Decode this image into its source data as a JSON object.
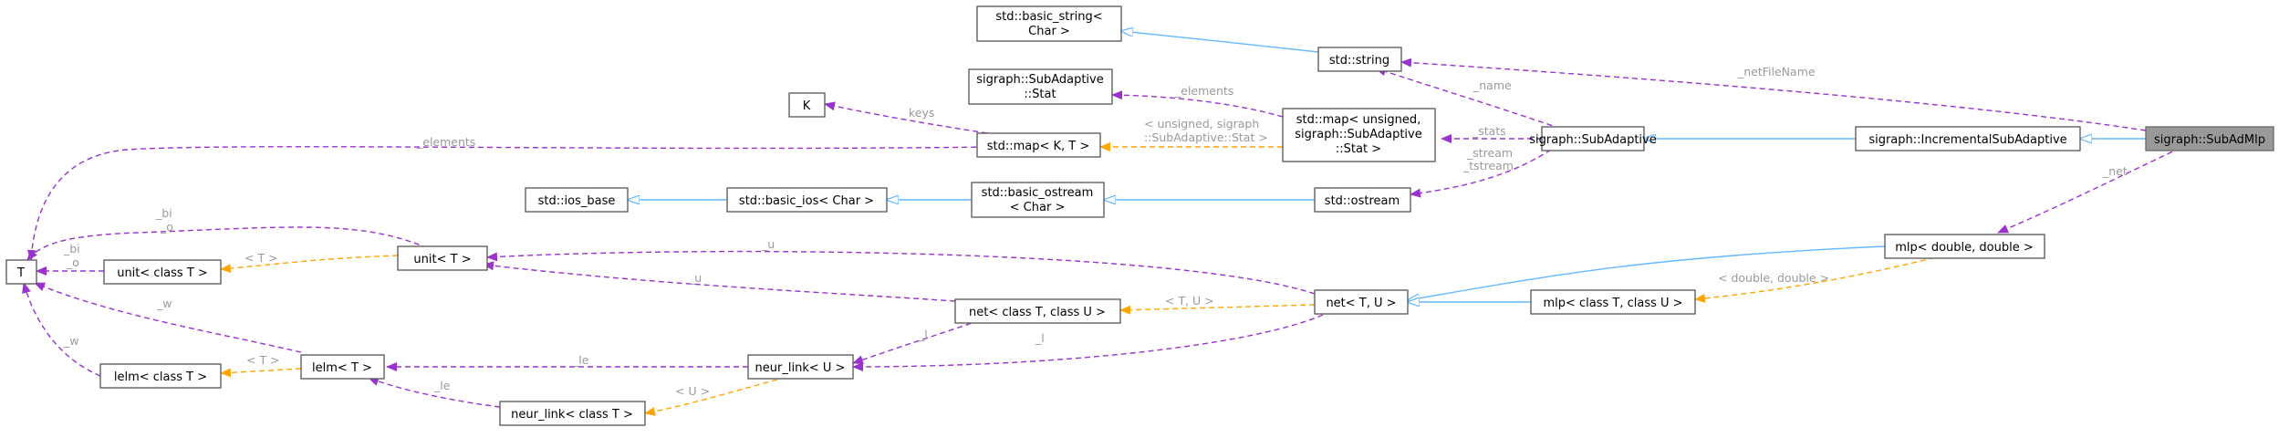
{
  "nodes": {
    "string_tpl": [
      "std::basic_string<",
      "Char >"
    ],
    "string": [
      "std::string"
    ],
    "subadaptive_stat": [
      "sigraph::SubAdaptive",
      "::Stat"
    ],
    "k": [
      "K"
    ],
    "map_stat": [
      "std::map< unsigned,",
      "sigraph::SubAdaptive",
      "::Stat >"
    ],
    "map_kt": [
      "std::map< K, T >"
    ],
    "subadaptive": [
      "sigraph::SubAdaptive"
    ],
    "incremental": [
      "sigraph::IncrementalSubAdaptive"
    ],
    "subadmlp": [
      "sigraph::SubAdMlp"
    ],
    "ios_base": [
      "std::ios_base"
    ],
    "basic_ios": [
      "std::basic_ios< Char >"
    ],
    "basic_ostream": [
      "std::basic_ostream",
      "< Char >"
    ],
    "ostream": [
      "std::ostream"
    ],
    "t": [
      "T"
    ],
    "unit_class": [
      "unit< class T >"
    ],
    "unit_t": [
      "unit< T >"
    ],
    "mlp_dd": [
      "mlp< double, double >"
    ],
    "net_class": [
      "net< class T, class U >"
    ],
    "net_tu": [
      "net< T, U >"
    ],
    "mlp_class": [
      "mlp< class T, class U >"
    ],
    "lelm_t": [
      "lelm< T >"
    ],
    "lelm_class": [
      "lelm< class T >"
    ],
    "neur_link_u": [
      "neur_link< U >"
    ],
    "neur_link_class": [
      "neur_link< class T >"
    ]
  },
  "edge_labels": {
    "netFileName": "_netFileName",
    "elements_stat": "_elements",
    "keys": "keys",
    "unsigned_stat": [
      "< unsigned, sigraph",
      "::SubAdaptive::Stat >"
    ],
    "name": "_name",
    "stats": "_stats",
    "stream": [
      "_stream",
      "_tstream"
    ],
    "elements_t": "_elements",
    "net": "_net",
    "bi_o_top": [
      "_bi",
      "_o"
    ],
    "bi_o_left": [
      "_bi",
      "_o"
    ],
    "t_unit": "< T >",
    "u_top": "_u",
    "u_mid": "_u",
    "double_double": "< double, double >",
    "t_u": "< T, U >",
    "w_lelm": "_w",
    "w_lelm_class": "_w",
    "t_lelm": "< T >",
    "l_net": "_l",
    "l_net_tu": "_l",
    "le_lelm": "_le",
    "le_neur": "_le",
    "u_neur": "< U >"
  },
  "colors": {
    "inheritance": "#63b8ff",
    "usage": "#9a32cd",
    "template": "#ffa500",
    "focus_fill": "#999999",
    "label_gray": "#9a9a9a"
  }
}
